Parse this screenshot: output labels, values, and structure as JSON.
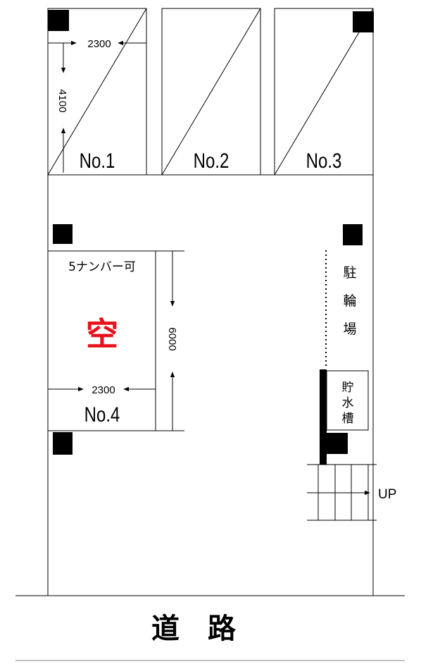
{
  "spaces": [
    {
      "label": "No.1"
    },
    {
      "label": "No.2"
    },
    {
      "label": "No.3"
    },
    {
      "label": "No.4",
      "note": "5ナンバー可",
      "status": "空"
    }
  ],
  "dimensions": {
    "space1_width": "2300",
    "space1_length": "4100",
    "space4_width": "2300",
    "space4_length": "6000"
  },
  "bicycle_parking": [
    "駐",
    "輪",
    "場"
  ],
  "water_tank": [
    "貯",
    "水",
    "槽"
  ],
  "stairs_label": "UP",
  "road_label": "道　路",
  "colors": {
    "vacant": "#e8101a",
    "line": "#000000",
    "background": "#ffffff"
  }
}
